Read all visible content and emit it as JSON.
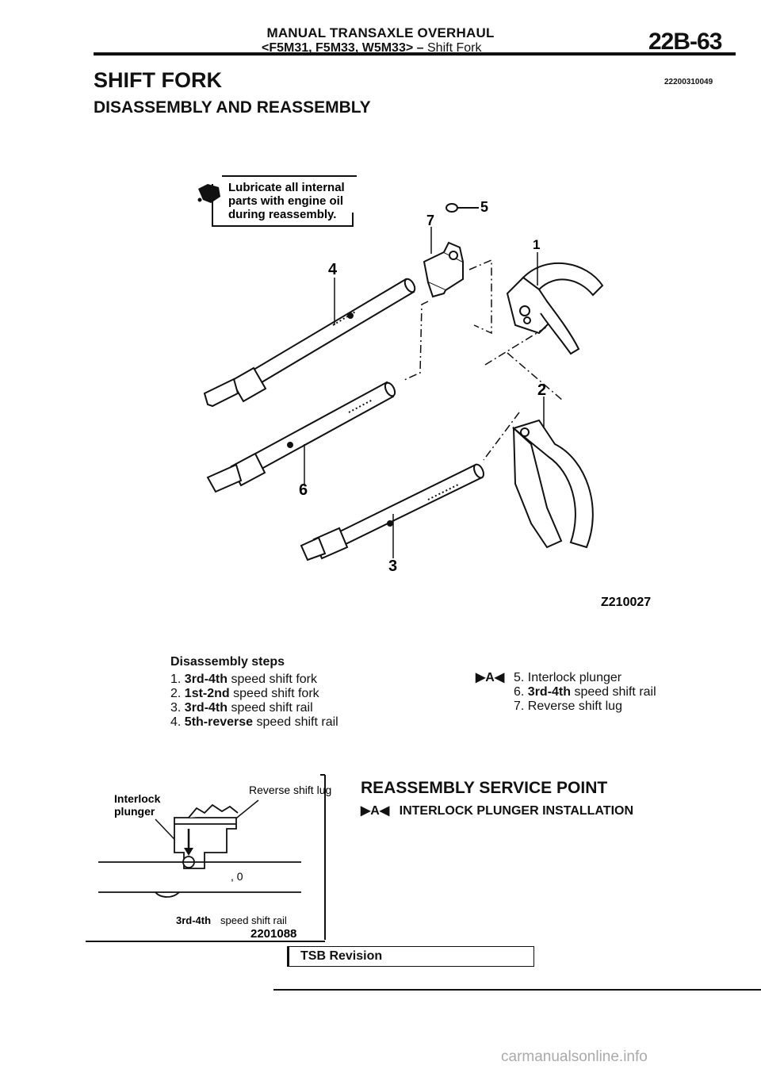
{
  "header": {
    "title": "MANUAL TRANSAXLE OVERHAUL",
    "models": "<F5M31, F5M33, W5M33>",
    "dash": "–",
    "section": "Shift Fork",
    "page_number": "22B-63"
  },
  "doc_code": "22200310049",
  "headings": {
    "main": "SHIFT FORK",
    "sub": "DISASSEMBLY AND REASSEMBLY"
  },
  "lube_note": {
    "line1": "Lubricate all internal",
    "line2": "parts with engine oil",
    "line3": "during reassembly."
  },
  "diagram": {
    "callouts": [
      "1",
      "2",
      "3",
      "4",
      "5",
      "6",
      "7"
    ],
    "figure_code": "Z210027"
  },
  "disassembly": {
    "title": "Disassembly steps",
    "steps": [
      {
        "num": "1.",
        "part": "3rd-4th",
        "text": "speed shift fork"
      },
      {
        "num": "2.",
        "part": "1st-2nd",
        "text": "speed shift fork"
      },
      {
        "num": "3.",
        "part": "3rd-4th",
        "text": "speed shift rail"
      },
      {
        "num": "4.",
        "part": "5th-reverse",
        "text": "speed shift rail"
      },
      {
        "num": "5.",
        "part": "",
        "text": "Interlock plunger"
      },
      {
        "num": "6.",
        "part": "3rd-4th",
        "text": "speed shift rail"
      },
      {
        "num": "7.",
        "part": "",
        "text": "Reverse shift lug"
      }
    ],
    "service_mark": "▶A◀"
  },
  "detail": {
    "label_lug": "Reverse shift lug",
    "label_plunger_1": "Interlock",
    "label_plunger_2": "plunger",
    "label_mark": ",     0",
    "label_rail_part": "3rd-4th",
    "label_rail": "speed shift rail",
    "figure_code": "2201088"
  },
  "reassembly": {
    "title": "REASSEMBLY SERVICE POINT",
    "mark": "▶A◀",
    "item": "INTERLOCK PLUNGER INSTALLATION"
  },
  "footer": {
    "tsb": "TSB Revision",
    "watermark": "carmanualsonline.info"
  }
}
